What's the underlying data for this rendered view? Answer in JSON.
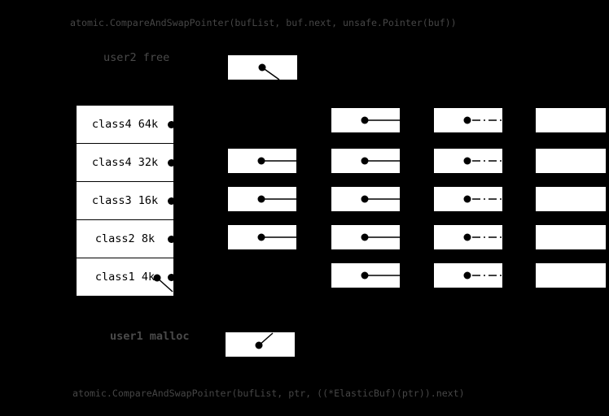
{
  "title_top": "atomic.CompareAndSwapPointer(bufList, buf.next, unsafe.Pointer(buf))",
  "title_bottom": "atomic.CompareAndSwapPointer(bufList, ptr, ((*ElasticBuf)(ptr)).next)",
  "user2": {
    "label": "user2 free"
  },
  "user1": {
    "label": "user1 malloc"
  },
  "size_table": {
    "rows": [
      {
        "label": "class4 64k",
        "has_pointer": false
      },
      {
        "label": "class4 32k",
        "has_pointer": false
      },
      {
        "label": "class3 16k",
        "has_pointer": false
      },
      {
        "label": "class2 8k",
        "has_pointer": false
      },
      {
        "label": "class1 4k",
        "has_pointer": true
      }
    ]
  },
  "node_grid": {
    "rows": [
      {
        "size_class": "class4-64k",
        "cells": [
          {
            "col": 3,
            "style": "solid"
          },
          {
            "col": 4,
            "style": "dashdot"
          },
          {
            "col": 5,
            "style": "plain"
          }
        ]
      },
      {
        "size_class": "class4-32k",
        "cells": [
          {
            "col": 2,
            "style": "solid"
          },
          {
            "col": 3,
            "style": "solid"
          },
          {
            "col": 4,
            "style": "dashdot"
          },
          {
            "col": 5,
            "style": "plain"
          }
        ]
      },
      {
        "size_class": "class3-16k",
        "cells": [
          {
            "col": 2,
            "style": "solid"
          },
          {
            "col": 3,
            "style": "solid"
          },
          {
            "col": 4,
            "style": "dashdot"
          },
          {
            "col": 5,
            "style": "plain"
          }
        ]
      },
      {
        "size_class": "class2-8k",
        "cells": [
          {
            "col": 2,
            "style": "solid"
          },
          {
            "col": 3,
            "style": "solid"
          },
          {
            "col": 4,
            "style": "dashdot"
          },
          {
            "col": 5,
            "style": "plain"
          }
        ]
      },
      {
        "size_class": "class1-4k",
        "cells": [
          {
            "col": 3,
            "style": "solid"
          },
          {
            "col": 4,
            "style": "dashdot"
          },
          {
            "col": 5,
            "style": "plain"
          }
        ]
      }
    ]
  },
  "colors": {
    "background": "#000000",
    "box_fill": "#ffffff",
    "code_text": "#464646",
    "label_text": "#4a4a4a",
    "ink": "#000000"
  }
}
